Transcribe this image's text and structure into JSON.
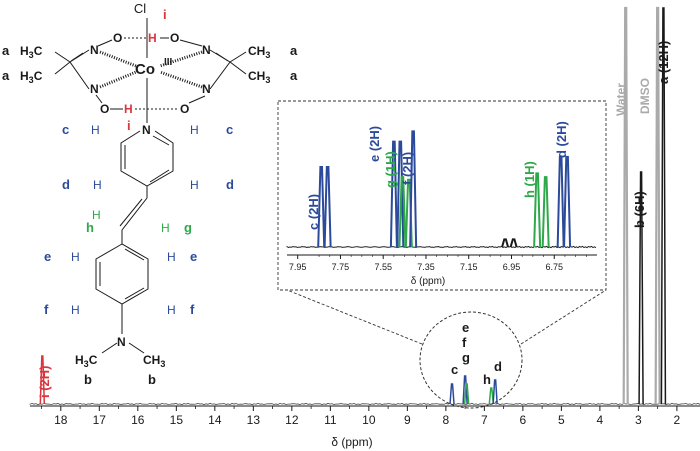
{
  "colors": {
    "black": "#1a1a1a",
    "blue": "#2b4a9b",
    "green": "#2ea84a",
    "red": "#d9363e",
    "gray": "#aaaaaa"
  },
  "chart_data": [
    {
      "type": "line",
      "name": "main-spectrum",
      "xlabel": "δ (ppm)",
      "xlim": [
        18.8,
        1.4
      ],
      "xticks": [
        "18",
        "17",
        "16",
        "15",
        "14",
        "13",
        "12",
        "11",
        "10",
        "9",
        "8",
        "7",
        "6",
        "5",
        "4",
        "3",
        "2"
      ],
      "peaks": [
        {
          "ppm": 18.48,
          "height": 0.12,
          "color": "red"
        },
        {
          "ppm": 7.84,
          "height": 0.05,
          "color": "blue"
        },
        {
          "ppm": 7.5,
          "height": 0.07,
          "color": "blue"
        },
        {
          "ppm": 7.46,
          "height": 0.05,
          "color": "green"
        },
        {
          "ppm": 6.82,
          "height": 0.04,
          "color": "green"
        },
        {
          "ppm": 6.72,
          "height": 0.06,
          "color": "blue"
        },
        {
          "ppm": 3.33,
          "height": 0.99,
          "color": "gray"
        },
        {
          "ppm": 2.93,
          "height": 0.58,
          "color": "black"
        },
        {
          "ppm": 2.5,
          "height": 0.99,
          "color": "gray"
        },
        {
          "ppm": 2.35,
          "height": 0.99,
          "color": "black"
        }
      ],
      "labels": {
        "i": "i (2H)",
        "b": "b (6H)",
        "a": "a (12H)",
        "water": "Water",
        "dmso": "DMSO",
        "c": "c",
        "e": "e",
        "f": "f",
        "g": "g",
        "h": "h",
        "d": "d"
      }
    },
    {
      "type": "line",
      "name": "inset-aromatic",
      "xlabel": "δ (ppm)",
      "xlim": [
        8.0,
        6.55
      ],
      "xticks": [
        "7.95",
        "7.75",
        "7.55",
        "7.35",
        "7.15",
        "6.95",
        "6.75"
      ],
      "peaks": [
        {
          "ppm": 7.84,
          "height": 0.63,
          "color": "blue"
        },
        {
          "ppm": 7.81,
          "height": 0.63,
          "color": "blue"
        },
        {
          "ppm": 7.5,
          "height": 0.83,
          "color": "blue"
        },
        {
          "ppm": 7.47,
          "height": 0.83,
          "color": "blue"
        },
        {
          "ppm": 7.46,
          "height": 0.55,
          "color": "green"
        },
        {
          "ppm": 7.43,
          "height": 0.53,
          "color": "green"
        },
        {
          "ppm": 7.41,
          "height": 0.91,
          "color": "blue"
        },
        {
          "ppm": 6.83,
          "height": 0.58,
          "color": "green"
        },
        {
          "ppm": 6.79,
          "height": 0.55,
          "color": "green"
        },
        {
          "ppm": 6.72,
          "height": 0.71,
          "color": "blue"
        },
        {
          "ppm": 6.69,
          "height": 0.71,
          "color": "blue"
        },
        {
          "ppm": 6.98,
          "height": 0.06,
          "color": "black"
        },
        {
          "ppm": 6.94,
          "height": 0.06,
          "color": "black"
        }
      ],
      "labels": {
        "c": "c (2H)",
        "e": "e (2H)",
        "g": "g (1H)",
        "f": "f (2H)",
        "h": "h (1H)",
        "d": "d (2H)"
      }
    }
  ],
  "structure": {
    "atoms": {
      "cl": "Cl",
      "co": "Co",
      "co_ox": "III",
      "n": "N",
      "o": "O",
      "h": "H",
      "h3c": "H3C",
      "ch3": "CH3",
      "h3c_n": "H3C",
      "ch3_n": "CH3",
      "i": "i",
      "a": "a",
      "b": "b",
      "c": "c",
      "d": "d",
      "e": "e",
      "f": "f",
      "g": "g",
      "h_label": "h"
    }
  }
}
